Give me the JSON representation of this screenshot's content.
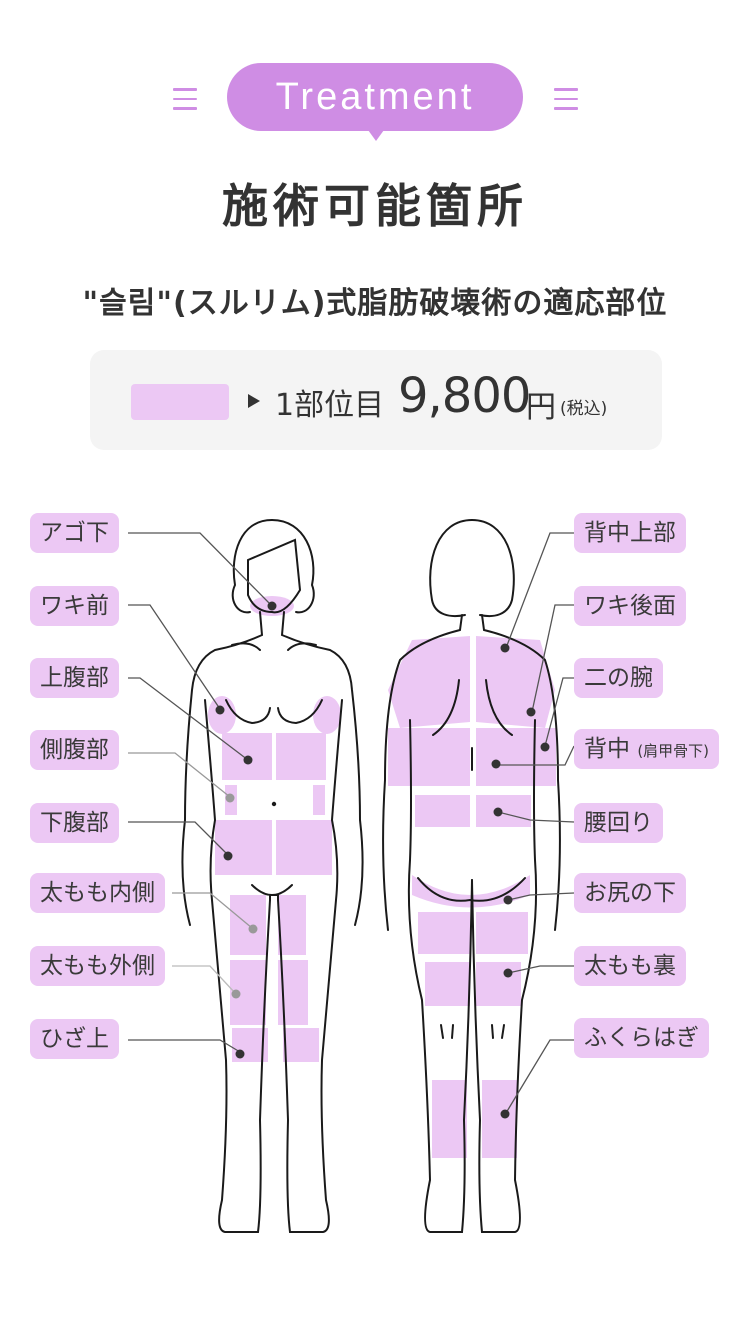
{
  "header": {
    "badge_label": "Treatment",
    "left_icon": "menu-lines-icon",
    "right_icon": "menu-lines-icon",
    "accent_color": "#cf8de4"
  },
  "title": "施術可能箇所",
  "subtitle": "\"슬림\"(スルリム)式脂肪破壊術の適応部位",
  "price": {
    "swatch_color": "#ecc8f4",
    "arrow_icon": "triangle-right-icon",
    "label": "1部位目",
    "amount": "9,800",
    "currency": "円",
    "tax_note": "(税込)"
  },
  "diagram": {
    "highlight_color": "#ecc8f4",
    "front_labels": [
      {
        "id": "chin",
        "label": "アゴ下"
      },
      {
        "id": "armpit-front",
        "label": "ワキ前"
      },
      {
        "id": "upper-abdomen",
        "label": "上腹部"
      },
      {
        "id": "flank",
        "label": "側腹部"
      },
      {
        "id": "lower-abdomen",
        "label": "下腹部"
      },
      {
        "id": "inner-thigh",
        "label": "太もも内側"
      },
      {
        "id": "outer-thigh",
        "label": "太もも外側"
      },
      {
        "id": "above-knee",
        "label": "ひざ上"
      }
    ],
    "back_labels": [
      {
        "id": "upper-back",
        "label": "背中上部"
      },
      {
        "id": "armpit-back",
        "label": "ワキ後面"
      },
      {
        "id": "upper-arm",
        "label": "二の腕"
      },
      {
        "id": "mid-back",
        "label": "背中",
        "note": "(肩甲骨下)"
      },
      {
        "id": "waist",
        "label": "腰回り"
      },
      {
        "id": "under-buttocks",
        "label": "お尻の下"
      },
      {
        "id": "back-thigh",
        "label": "太もも裏"
      },
      {
        "id": "calf",
        "label": "ふくらはぎ"
      }
    ]
  }
}
